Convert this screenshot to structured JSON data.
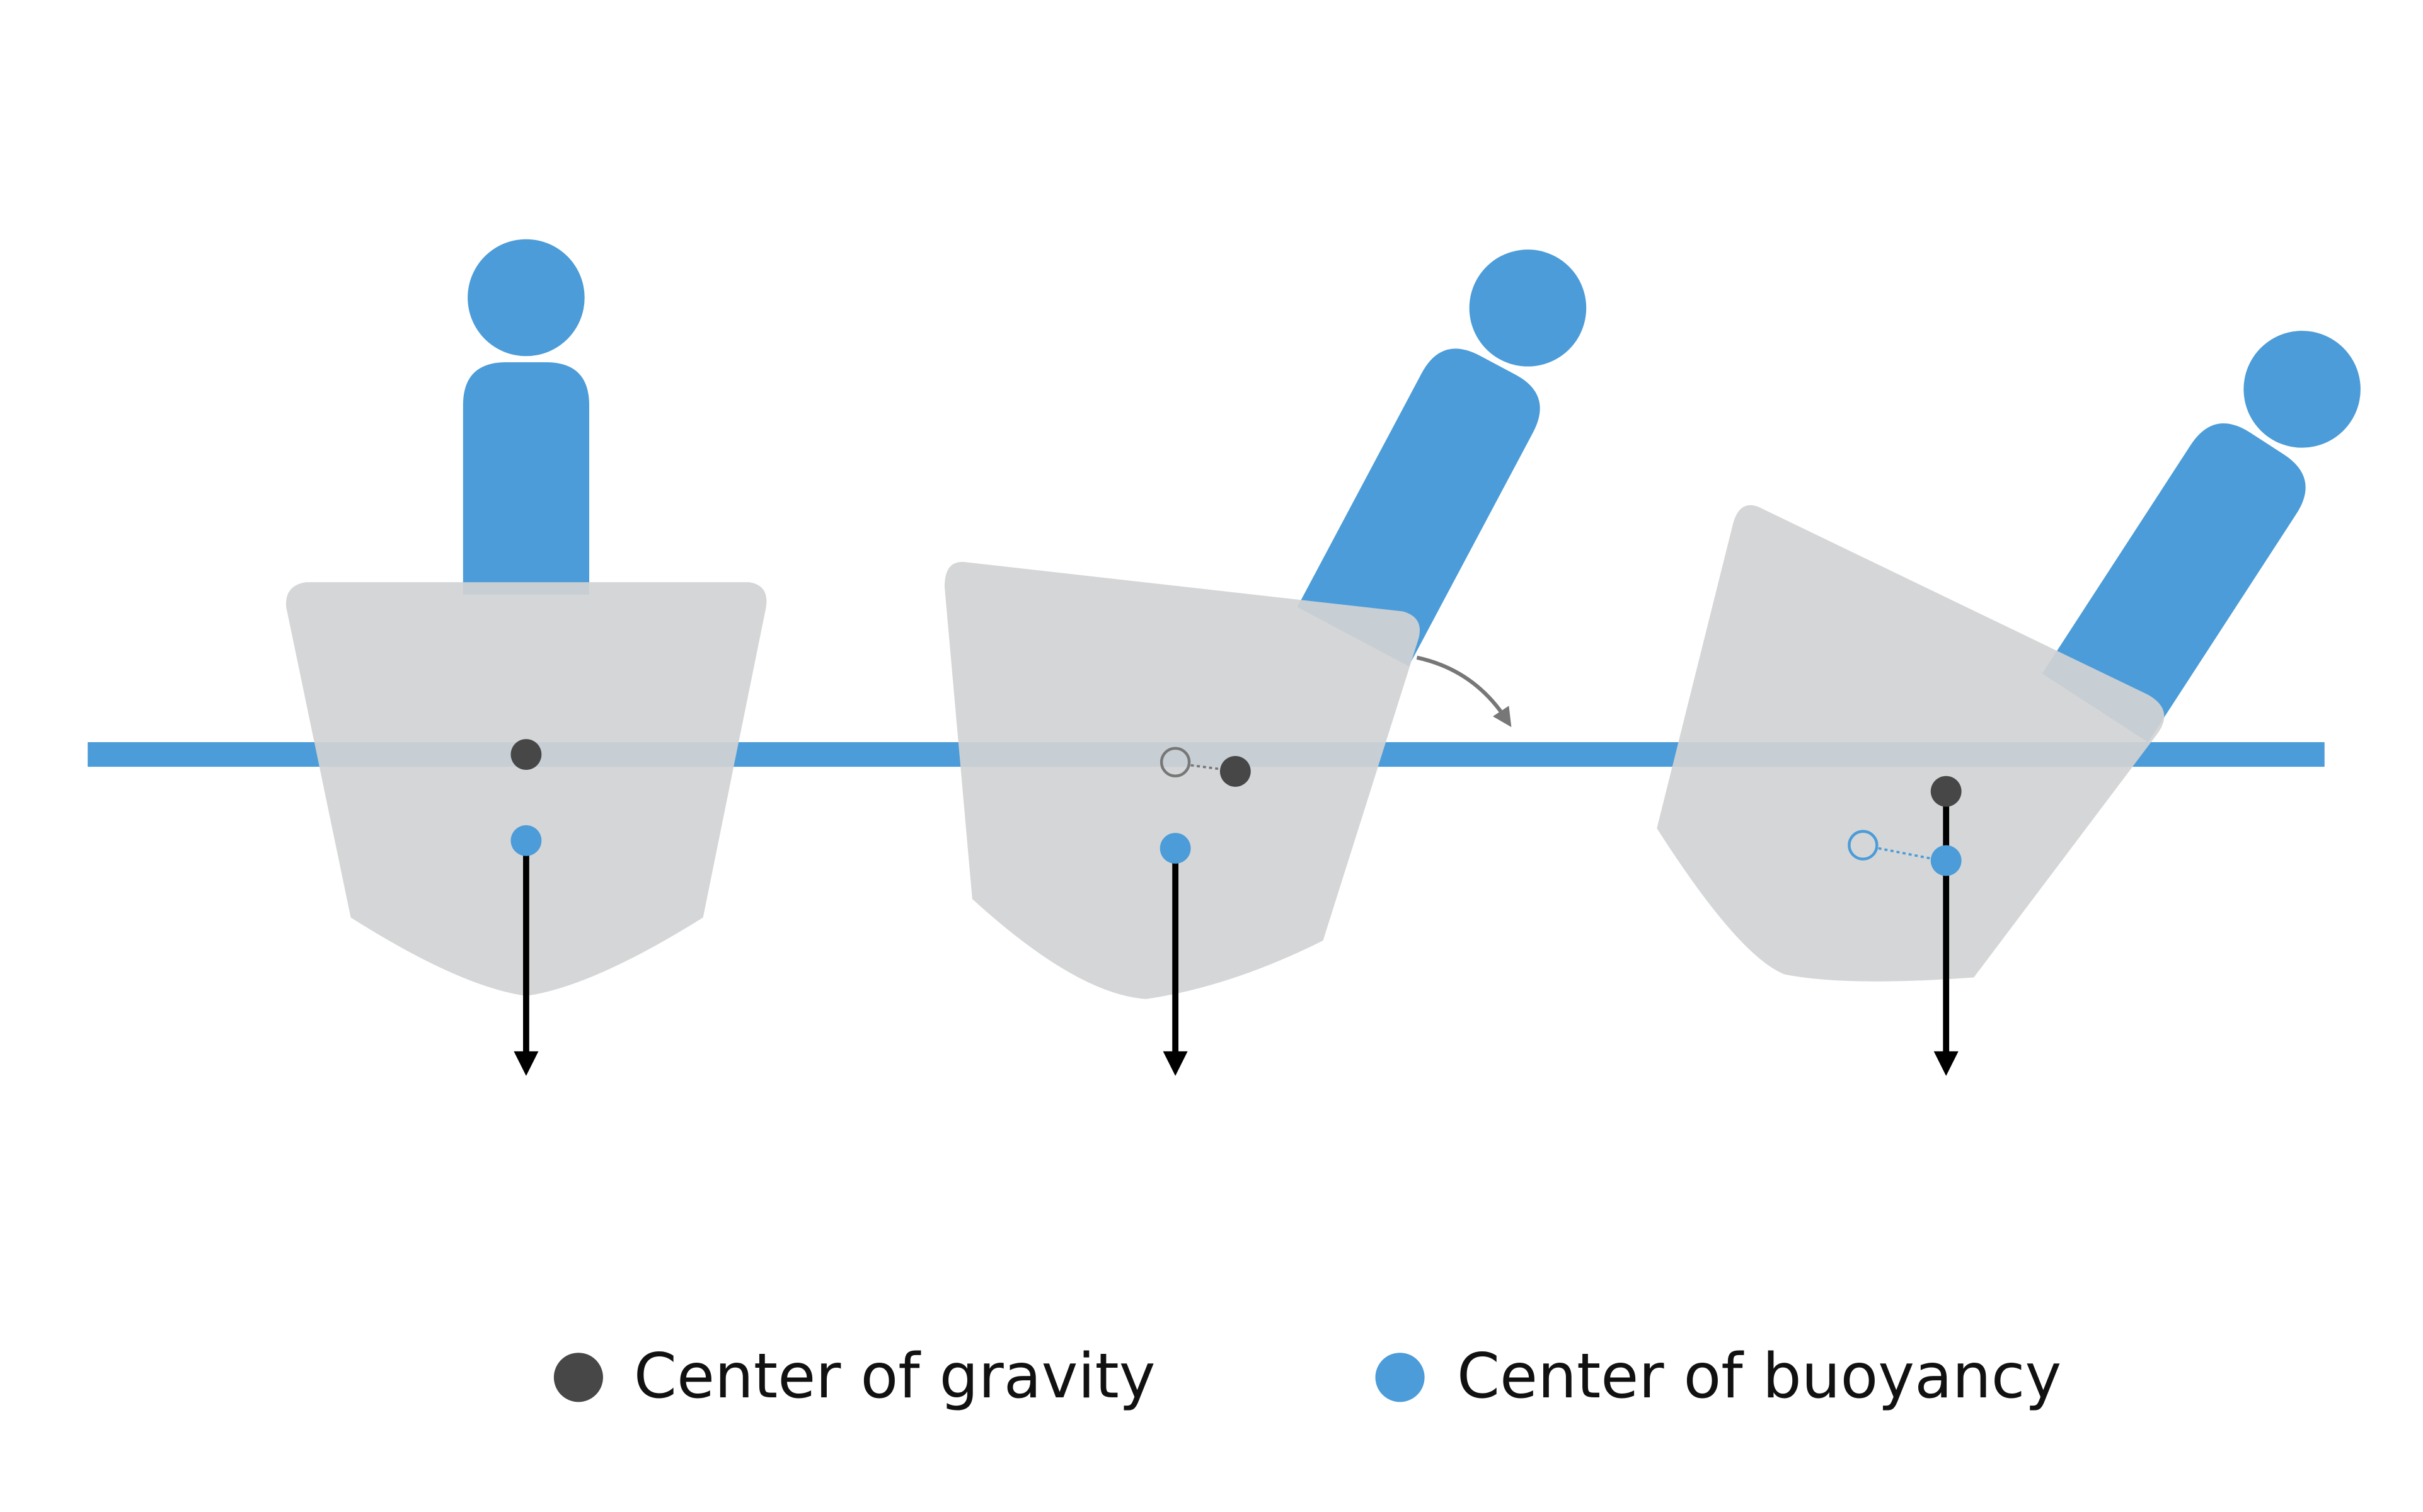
{
  "colors": {
    "background": "#ffffff",
    "water": "#4b9cd8",
    "hull": "#d3d5d5",
    "person": "#4b9cd8",
    "center_of_gravity": "#474747",
    "center_of_buoyancy": "#4b9cd8",
    "force_arrow": "#000000",
    "rotation_arrow": "#777777"
  },
  "panels": [
    {
      "state": "upright"
    },
    {
      "state": "leaning, boat heeling"
    },
    {
      "state": "heeled further"
    }
  ],
  "legend": {
    "gravity_label": "Center of gravity",
    "buoyancy_label": "Center of buoyancy"
  }
}
